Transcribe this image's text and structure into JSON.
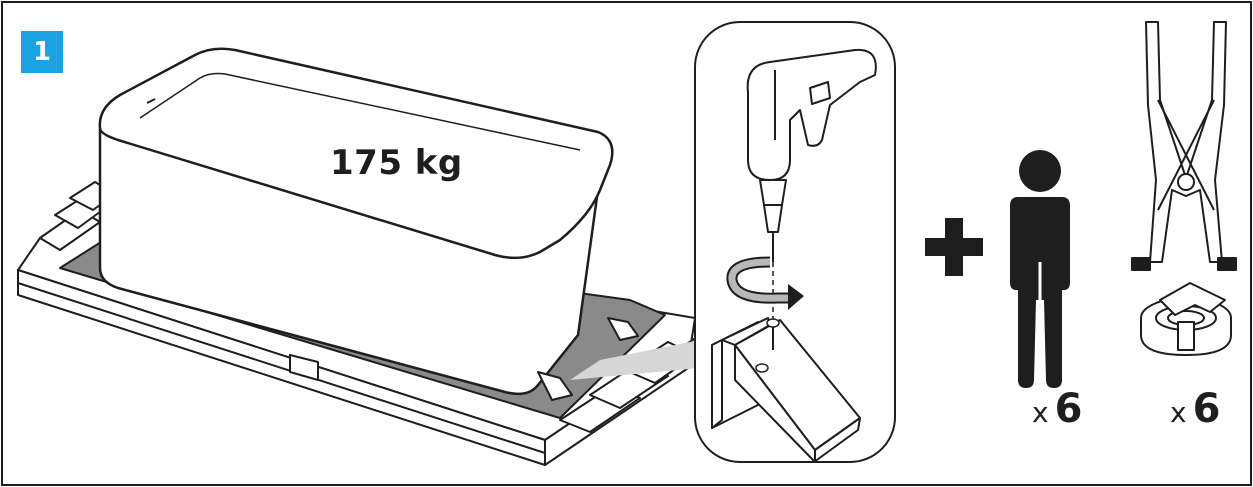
{
  "step": {
    "number": "1",
    "badge_color": "#1aa3e0"
  },
  "tub": {
    "weight_label": "175 kg"
  },
  "requirements": {
    "people": {
      "icon": "person-icon",
      "multiplier": "x",
      "count": "6"
    },
    "straps": {
      "icon": "lifting-strap-icon",
      "multiplier": "x",
      "count": "6"
    }
  },
  "icons": [
    "drill-icon",
    "rotate-arrow-icon",
    "screw-icon",
    "plus-icon",
    "person-icon",
    "lifting-strap-icon"
  ],
  "colors": {
    "line": "#1e1e1e",
    "pallet_board": "#888888",
    "accent": "#1aa3e0"
  }
}
